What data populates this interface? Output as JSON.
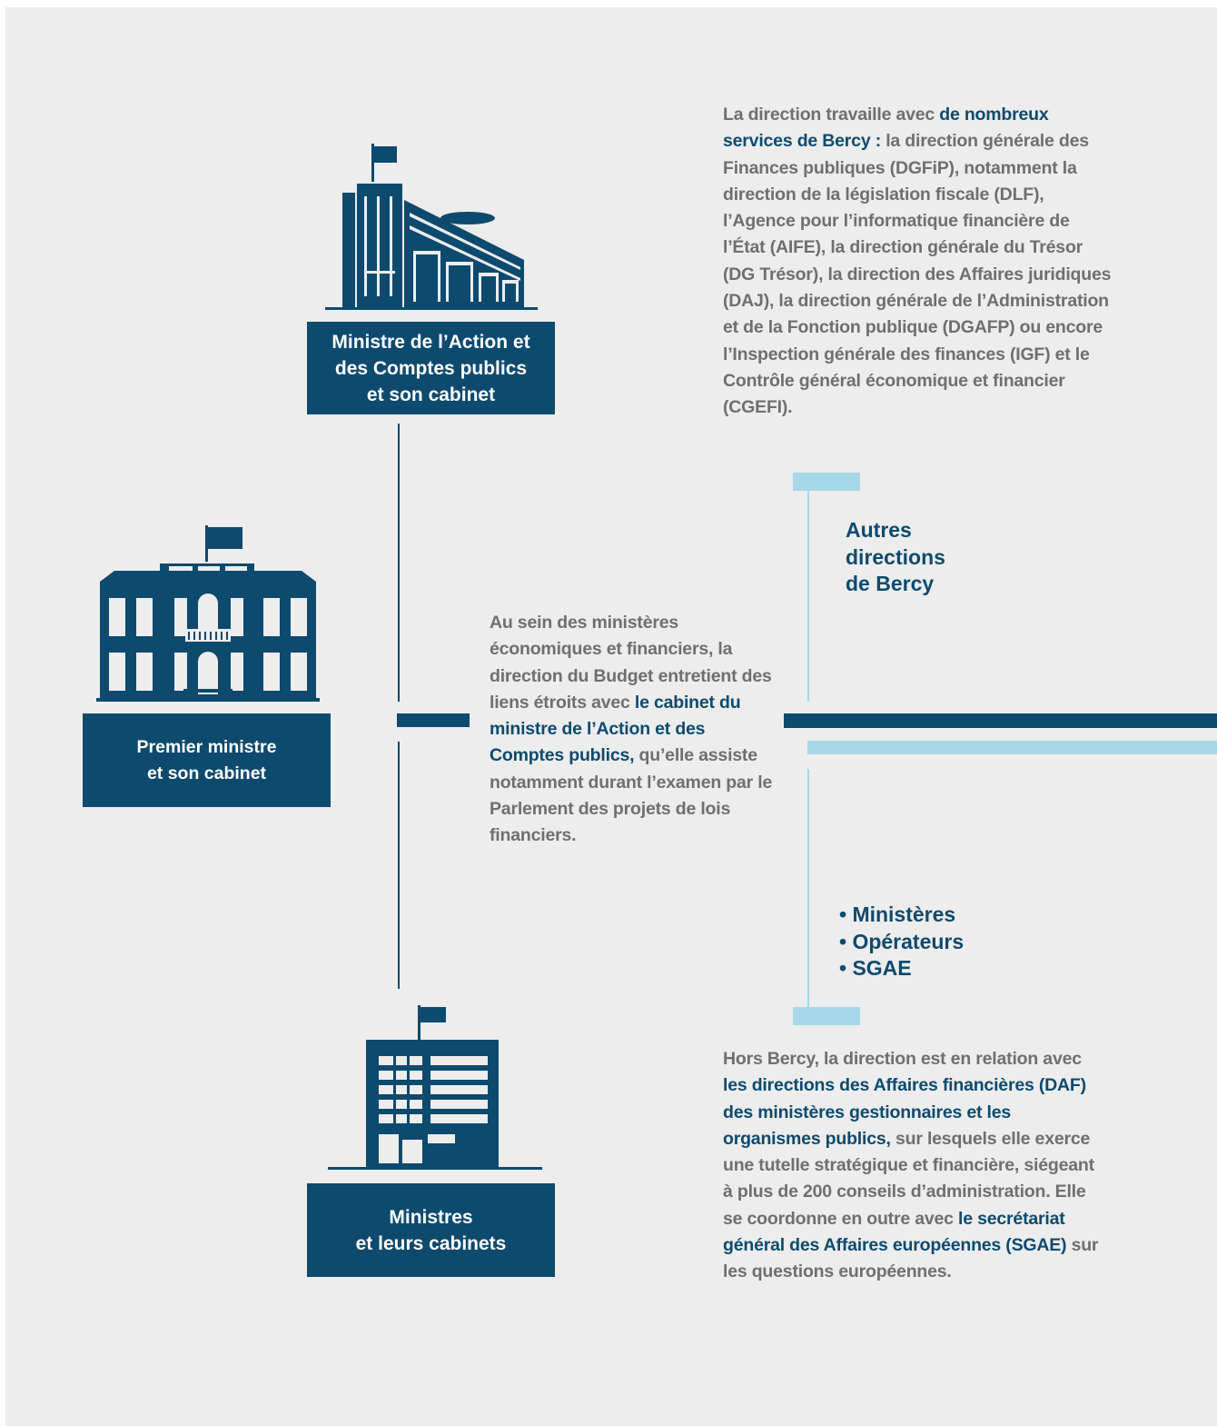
{
  "colors": {
    "navy": "#0d4a6e",
    "light_blue": "#a6d8e7",
    "text_grey": "#6f6f6f",
    "background": "#ededed"
  },
  "nodes": {
    "minister_action": {
      "label": "Ministre de l’Action et\ndes Comptes publics\net son cabinet",
      "icon": "modern-ministry-building-icon"
    },
    "premier_ministre": {
      "label": "Premier ministre\net son cabinet",
      "icon": "classical-palace-building-icon"
    },
    "ministres": {
      "label": "Ministres\net leurs cabinets",
      "icon": "office-building-icon"
    }
  },
  "paragraphs": {
    "bercy": {
      "lead": "La direction travaille avec ",
      "highlight": "de nombreux services de Bercy :",
      "rest": " la direction générale des Finances publiques (DGFiP), notamment la direction de la législation fiscale (DLF), l’Agence pour l’informatique financière de l’État (AIFE), la direction générale du Trésor (DG Trésor), la direction des Affaires juridiques (DAJ), la direction générale de l’Administration et de la Fonction publique (DGAFP) ou encore l’Inspection générale des finances (IGF) et le Contrôle général économique et financier (CGEFI)."
    },
    "center": {
      "lead": "Au sein des ministères économiques et financiers, la direction du Budget entretient des liens étroits avec ",
      "highlight": "le cabinet du ministre de l’Action et des Comptes publics,",
      "rest": " qu’elle assiste notamment durant l’examen par le Parlement des projets de lois financiers."
    },
    "hors_bercy": {
      "lead": "Hors Bercy, la direction est en relation avec ",
      "highlight1": "les directions des Affaires financières (DAF) des ministères gestionnaires et les organismes publics,",
      "mid": " sur lesquels elle exerce une tutelle stratégique et financière, siégeant à plus de 200 conseils d’administration. Elle se coordonne en outre avec ",
      "highlight2": "le secrétariat général des Affaires européennes (SGAE)",
      "end": " sur les questions européennes."
    }
  },
  "autres_directions": {
    "label": "Autres\ndirections\nde Bercy"
  },
  "hors_list": {
    "items": [
      "• Ministères",
      "• Opérateurs",
      "• SGAE"
    ]
  }
}
